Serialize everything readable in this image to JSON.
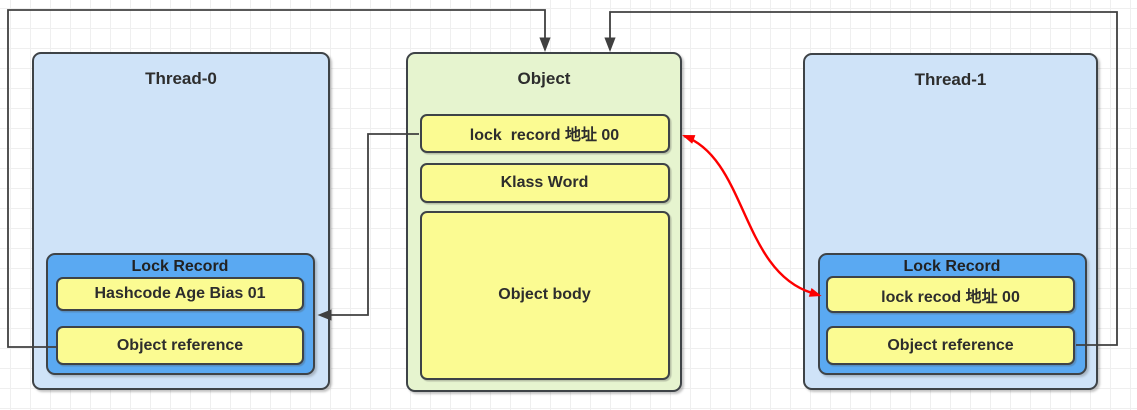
{
  "colors": {
    "thread_box_fill": "#cfe3f8",
    "object_box_fill": "#e6f4cf",
    "lock_record_fill": "#5aa9f2",
    "cell_fill": "#fbfb92",
    "border": "#3e4347",
    "connector": "#404040",
    "red_arrow": "#fd0000"
  },
  "thread0": {
    "title": "Thread-0",
    "lock_record": {
      "title": "Lock Record",
      "mark_word": "Hashcode Age Bias 01",
      "object_reference": "Object reference"
    }
  },
  "object": {
    "title": "Object",
    "mark_word": "lock  record 地址 00",
    "klass_word": "Klass Word",
    "body": "Object body"
  },
  "thread1": {
    "title": "Thread-1",
    "lock_record": {
      "title": "Lock Record",
      "mark_word": "lock recod 地址 00",
      "object_reference": "Object reference"
    }
  },
  "connectors": [
    {
      "from": "thread0.lock_record.object_reference",
      "to": "object.top",
      "color": "#404040",
      "style": "orthogonal-arrow"
    },
    {
      "from": "thread1.lock_record.object_reference",
      "to": "object.top",
      "color": "#404040",
      "style": "orthogonal-arrow"
    },
    {
      "from": "object.mark_word",
      "to": "thread0.lock_record",
      "color": "#404040",
      "style": "orthogonal-arrow"
    },
    {
      "from": "object.mark_word",
      "to": "thread1.lock_record.mark_word",
      "color": "#fd0000",
      "style": "curved-double-arrow"
    }
  ]
}
